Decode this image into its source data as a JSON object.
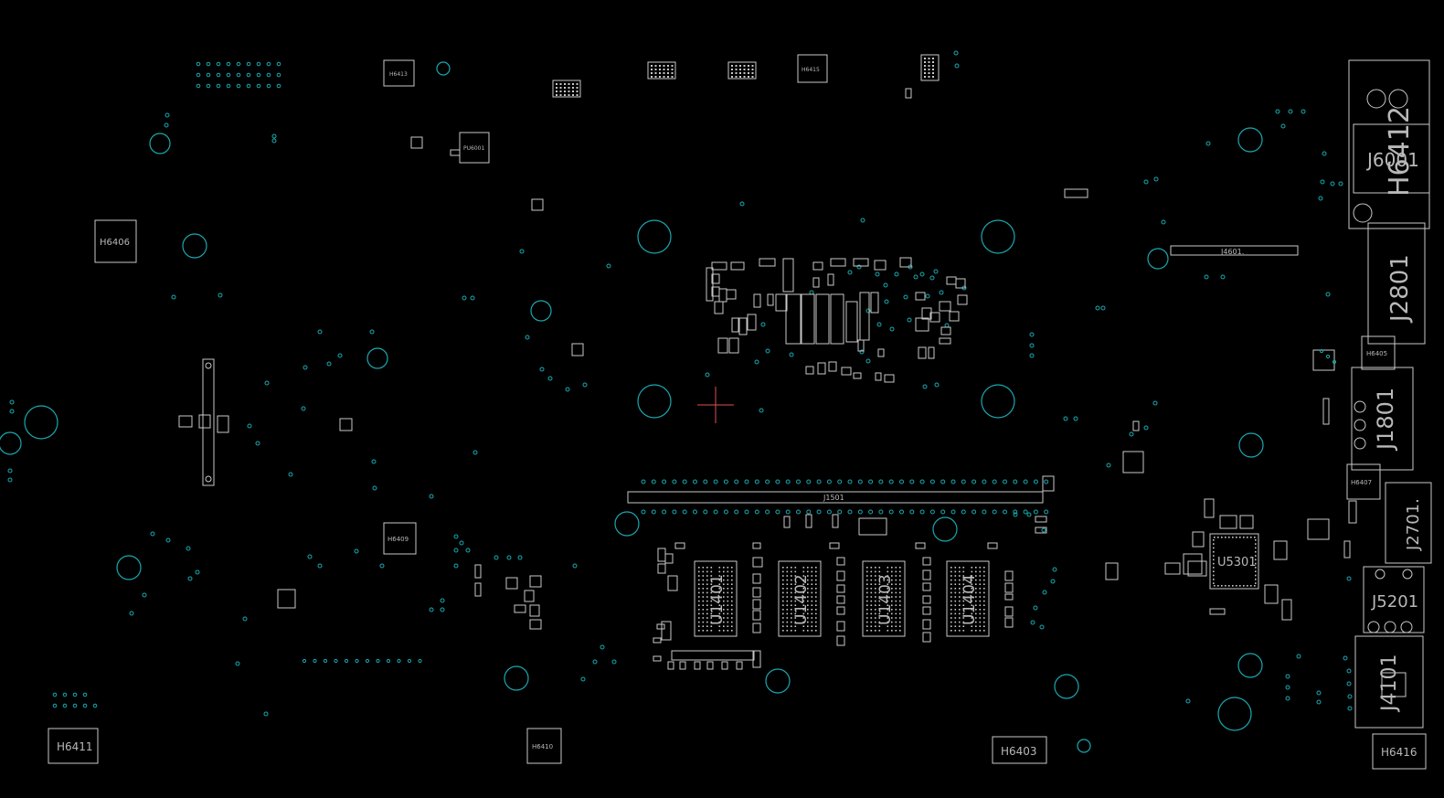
{
  "viewer": {
    "title": "",
    "colors": {
      "background": "#000000",
      "outline": "#c8c8c8",
      "via": "#1aa8b0",
      "cursor": "#e05050"
    }
  },
  "labels": {
    "h6412": "H6412",
    "j6001": "J6001",
    "j2801": "J2801",
    "j1801": "J1801",
    "j2701": "J2701.",
    "j5201": "J5201",
    "j4101": "J4101",
    "u5301": "U5301",
    "u1401": "U1401",
    "u1402": "U1402",
    "u1403": "U1403",
    "u1404": "U1404",
    "j4601": "J4601.",
    "j1501": "J1501",
    "h6406": "H6406",
    "h6411": "H6411",
    "h6410": "H6410",
    "h6403": "H6403",
    "h6416": "H6416",
    "h6409": "H6409",
    "h6413": "H6413",
    "h6415": "H6415",
    "h6405": "H6405",
    "h6407": "H6407",
    "pu6001": "PU6001"
  },
  "tools": {
    "cursor_icon": "crosshair-icon"
  }
}
